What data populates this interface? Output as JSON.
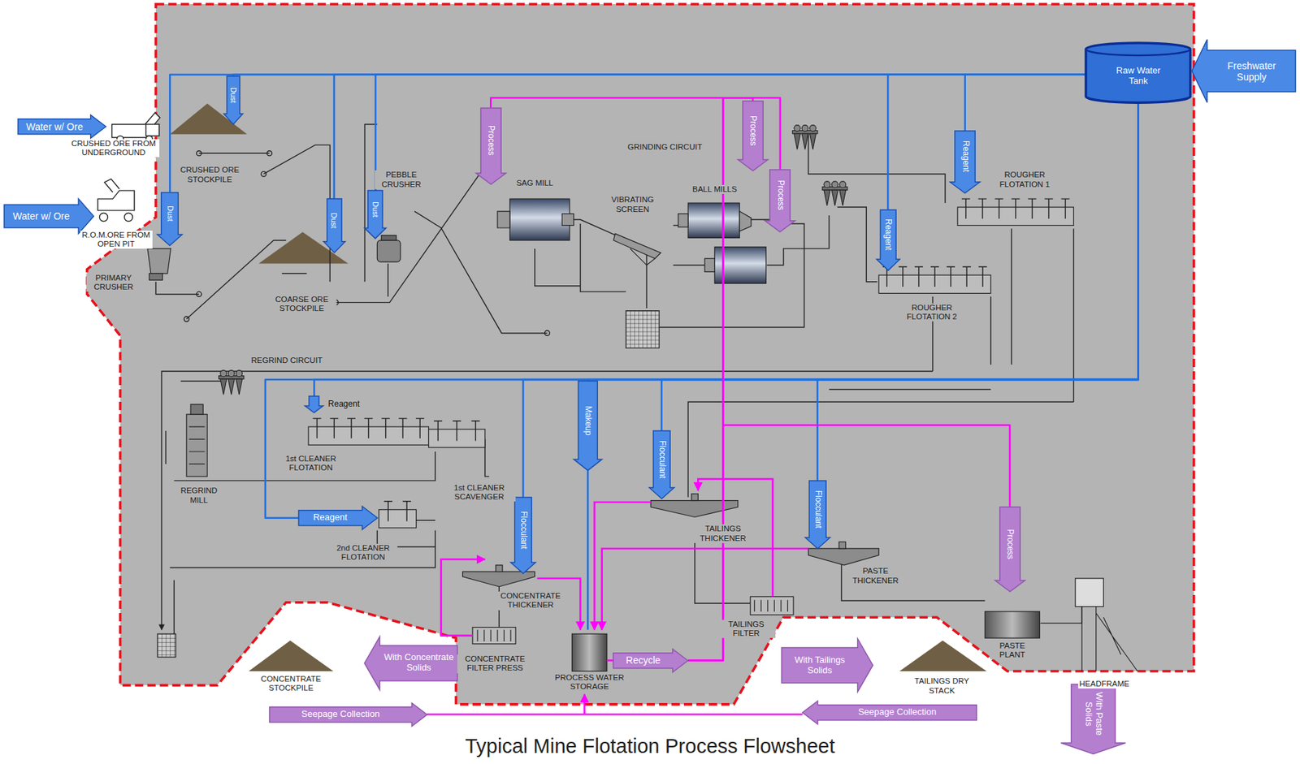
{
  "diagram": {
    "title": "Typical Mine Flotation Process Flowsheet",
    "nodes": [
      {
        "text": [
          "Water w/ Ore"
        ]
      },
      {
        "text": [
          "Water w/ Ore"
        ]
      },
      {
        "text": [
          "Freshwater Supply"
        ]
      },
      {
        "text": [
          "Raw Water Tank"
        ]
      },
      {
        "text": [
          "Dust"
        ]
      },
      {
        "text": [
          "Dust"
        ]
      },
      {
        "text": [
          "Dust"
        ]
      },
      {
        "text": [
          "Dust"
        ]
      },
      {
        "text": [
          "Process"
        ]
      },
      {
        "text": [
          "Process"
        ]
      },
      {
        "text": [
          "Process"
        ]
      },
      {
        "text": [
          "Reagent"
        ]
      },
      {
        "text": [
          "Reagent"
        ]
      },
      {
        "text": [
          "Reagent"
        ]
      },
      {
        "text": [
          "Reagent"
        ]
      },
      {
        "text": [
          "Makeup"
        ]
      },
      {
        "text": [
          "Flocculant"
        ]
      },
      {
        "text": [
          "Flocculant"
        ]
      },
      {
        "text": [
          "Flocculant"
        ]
      },
      {
        "text": [
          "Process"
        ]
      },
      {
        "text": [
          "With Concentrate Solids"
        ]
      },
      {
        "text": [
          "Recycle"
        ]
      },
      {
        "text": [
          "With Tailings Solids"
        ]
      },
      {
        "text": [
          "Seepage Collection"
        ]
      },
      {
        "text": [
          "Seepage Collection"
        ]
      },
      {
        "text": [
          "With Paste Solids"
        ]
      }
    ],
    "edges": [
      {
        "from": 3,
        "to": 4,
        "arrow": "none"
      },
      {
        "from": 3,
        "to": 5,
        "arrow": "none"
      },
      {
        "from": 3,
        "to": 6,
        "arrow": "none"
      },
      {
        "from": 3,
        "to": 7,
        "arrow": "none"
      },
      {
        "from": 3,
        "to": 11,
        "arrow": "none"
      },
      {
        "from": 3,
        "to": 12,
        "arrow": "none"
      },
      {
        "from": 3,
        "to": 13,
        "arrow": "none"
      },
      {
        "from": 3,
        "to": 14,
        "arrow": "none"
      },
      {
        "from": 3,
        "to": 15,
        "arrow": "none"
      },
      {
        "from": 3,
        "to": 16,
        "arrow": "none"
      },
      {
        "from": 3,
        "to": 17,
        "arrow": "none"
      },
      {
        "from": 3,
        "to": 18,
        "arrow": "none"
      },
      {
        "from": 21,
        "to": 8,
        "arrow": "none"
      },
      {
        "from": 21,
        "to": 9,
        "arrow": "none"
      },
      {
        "from": 21,
        "to": 10,
        "arrow": "none"
      },
      {
        "from": 21,
        "to": 19,
        "arrow": "none"
      }
    ],
    "labels": [
      "CRUSHED ORE FROM UNDERGROUND",
      "CRUSHED ORE STOCKPILE",
      "R.O.M.ORE FROM OPEN PIT",
      "PRIMARY CRUSHER",
      "PEBBLE CRUSHER",
      "COARSE ORE STOCKPILE",
      "GRINDING CIRCUIT",
      "SAG MILL",
      "VIBRATING SCREEN",
      "BALL MILLS",
      "ROUGHER FLOTATION 1",
      "ROUGHER FLOTATION 2",
      "REGRIND CIRCUIT",
      "1st CLEANER FLOTATION",
      "1st CLEANER SCAVENGER",
      "REGRIND MILL",
      "2nd CLEANER FLOTATION",
      "TAILINGS THICKENER",
      "PASTE THICKENER",
      "CONCENTRATE THICKENER",
      "TAILINGS FILTER",
      "PASTE PLANT",
      "CONCENTRATE FILTER PRESS",
      "PROCESS WATER STORAGE",
      "CONCENTRATE STOCKPILE",
      "TAILINGS DRY STACK",
      "HEADFRAME"
    ]
  }
}
